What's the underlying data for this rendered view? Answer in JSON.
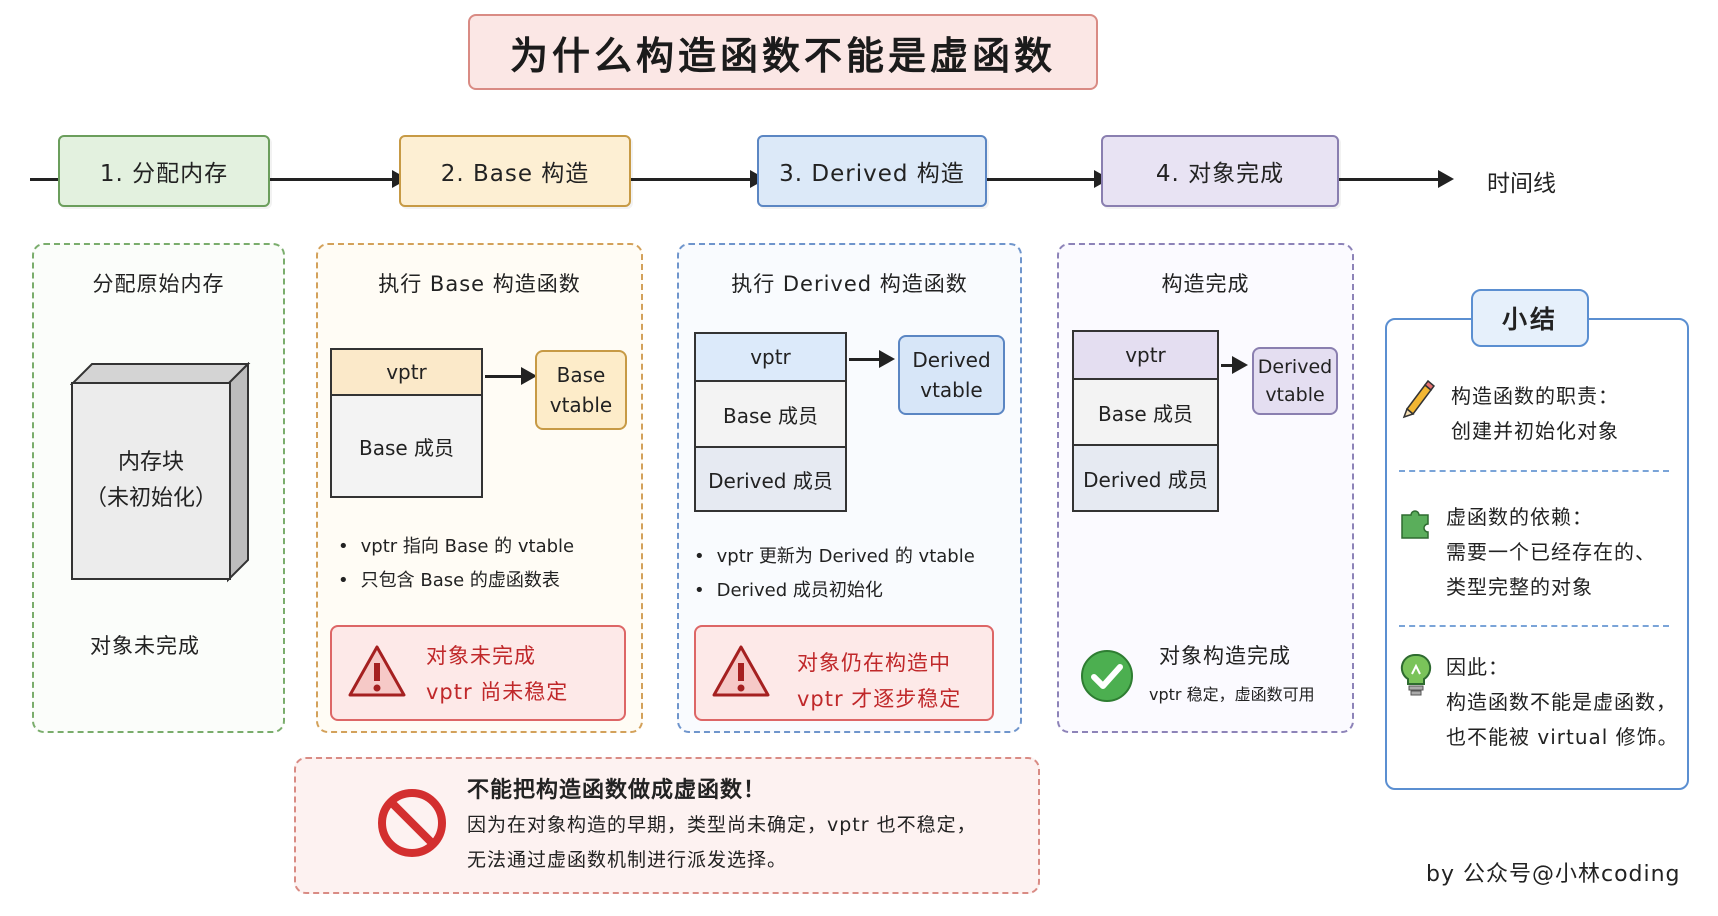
{
  "title": "为什么构造函数不能是虚函数",
  "timeline": {
    "steps": [
      "1. 分配内存",
      "2. Base 构造",
      "3. Derived 构造",
      "4. 对象完成"
    ],
    "label": "时间线"
  },
  "panel1": {
    "title": "分配原始内存",
    "block_line1": "内存块",
    "block_line2": "（未初始化）",
    "status": "对象未完成"
  },
  "panel2": {
    "title": "执行 Base 构造函数",
    "rows": [
      "vptr",
      "Base 成员"
    ],
    "vtable_line1": "Base",
    "vtable_line2": "vtable",
    "bullets": [
      "vptr 指向 Base 的 vtable",
      "只包含 Base 的虚函数表"
    ],
    "warn_line1": "对象未完成",
    "warn_line2": "vptr 尚未稳定"
  },
  "panel3": {
    "title": "执行 Derived 构造函数",
    "rows": [
      "vptr",
      "Base 成员",
      "Derived 成员"
    ],
    "vtable_line1": "Derived",
    "vtable_line2": "vtable",
    "bullets": [
      "vptr 更新为 Derived 的 vtable",
      "Derived 成员初始化"
    ],
    "warn_line1": "对象仍在构造中",
    "warn_line2": "vptr 才逐步稳定"
  },
  "panel4": {
    "title": "构造完成",
    "rows": [
      "vptr",
      "Base 成员",
      "Derived 成员"
    ],
    "vtable_line1": "Derived",
    "vtable_line2": "vtable",
    "ok_line1": "对象构造完成",
    "ok_line2": "vptr 稳定，虚函数可用"
  },
  "summary": {
    "tag": "小结",
    "items": [
      {
        "icon": "pencil-icon",
        "lines": [
          "构造函数的职责：",
          "创建并初始化对象"
        ]
      },
      {
        "icon": "puzzle-icon",
        "lines": [
          "虚函数的依赖：",
          "需要一个已经存在的、",
          "类型完整的对象"
        ]
      },
      {
        "icon": "lightbulb-icon",
        "lines": [
          "因此：",
          "构造函数不能是虚函数，",
          "也不能被 virtual 修饰。"
        ]
      }
    ]
  },
  "note": {
    "line1": "不能把构造函数做成虚函数！",
    "line2": "因为在对象构造的早期，类型尚未确定，vptr 也不稳定，",
    "line3": "无法通过虚函数机制进行派发选择。"
  },
  "byline": "by 公众号@小林coding",
  "colors": {
    "step1": "#e3f1df",
    "step2": "#fdefd3",
    "step3": "#dce9f8",
    "step4": "#e8e3f3",
    "warning_red": "#c0282a",
    "ok_green": "#4caf50",
    "summary_blue": "#5b8fd1"
  }
}
